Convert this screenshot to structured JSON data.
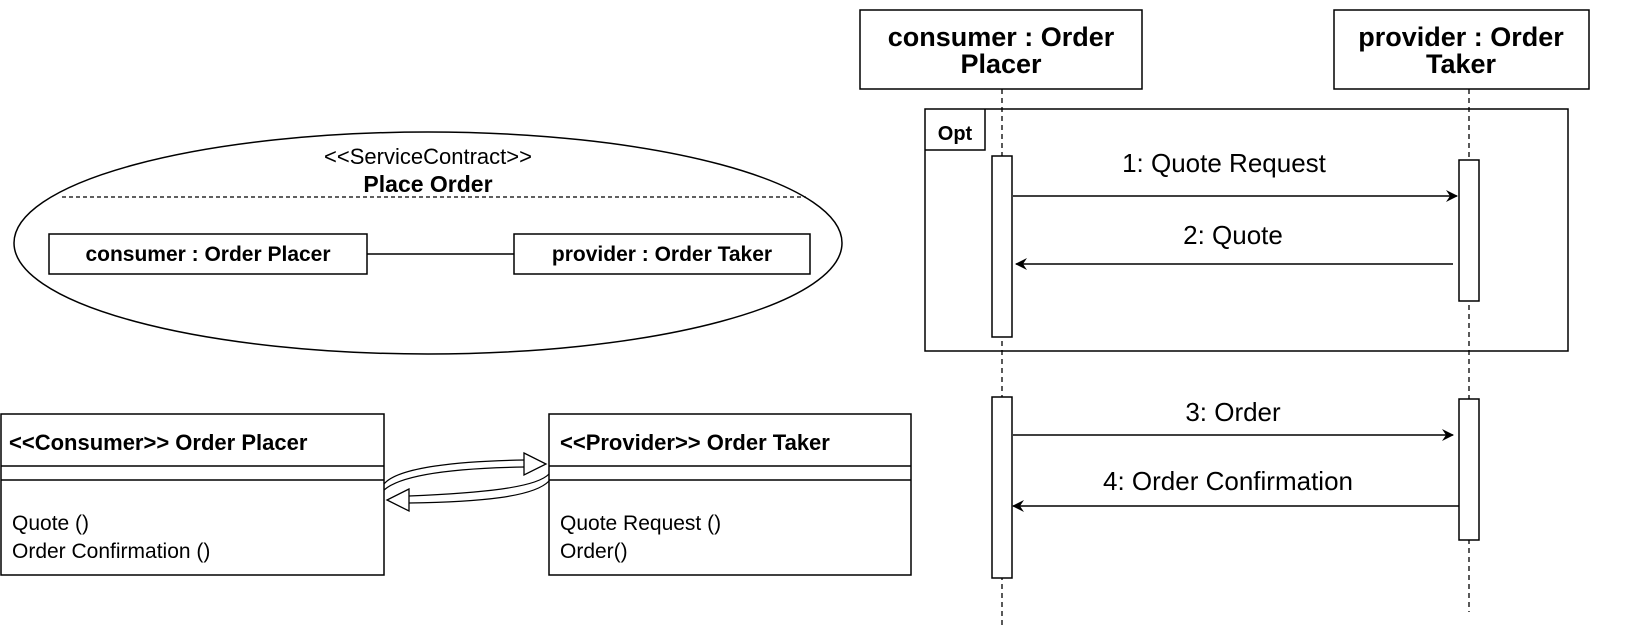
{
  "service_contract": {
    "stereotype": "<<ServiceContract>>",
    "name": "Place Order",
    "consumer_part": "consumer : Order Placer",
    "provider_part": "provider : Order Taker"
  },
  "consumer_class": {
    "header": "<<Consumer>> Order Placer",
    "operations": [
      "Quote ()",
      "Order Confirmation ()"
    ]
  },
  "provider_class": {
    "header": "<<Provider>> Order Taker",
    "operations": [
      "Quote Request ()",
      "Order()"
    ]
  },
  "sequence": {
    "lifelines": [
      {
        "line1": "consumer : Order",
        "line2": "Placer"
      },
      {
        "line1": "provider : Order",
        "line2": "Taker"
      }
    ],
    "fragment_label": "Opt",
    "messages": [
      "1: Quote Request",
      "2: Quote",
      "3: Order",
      "4: Order Confirmation"
    ]
  }
}
